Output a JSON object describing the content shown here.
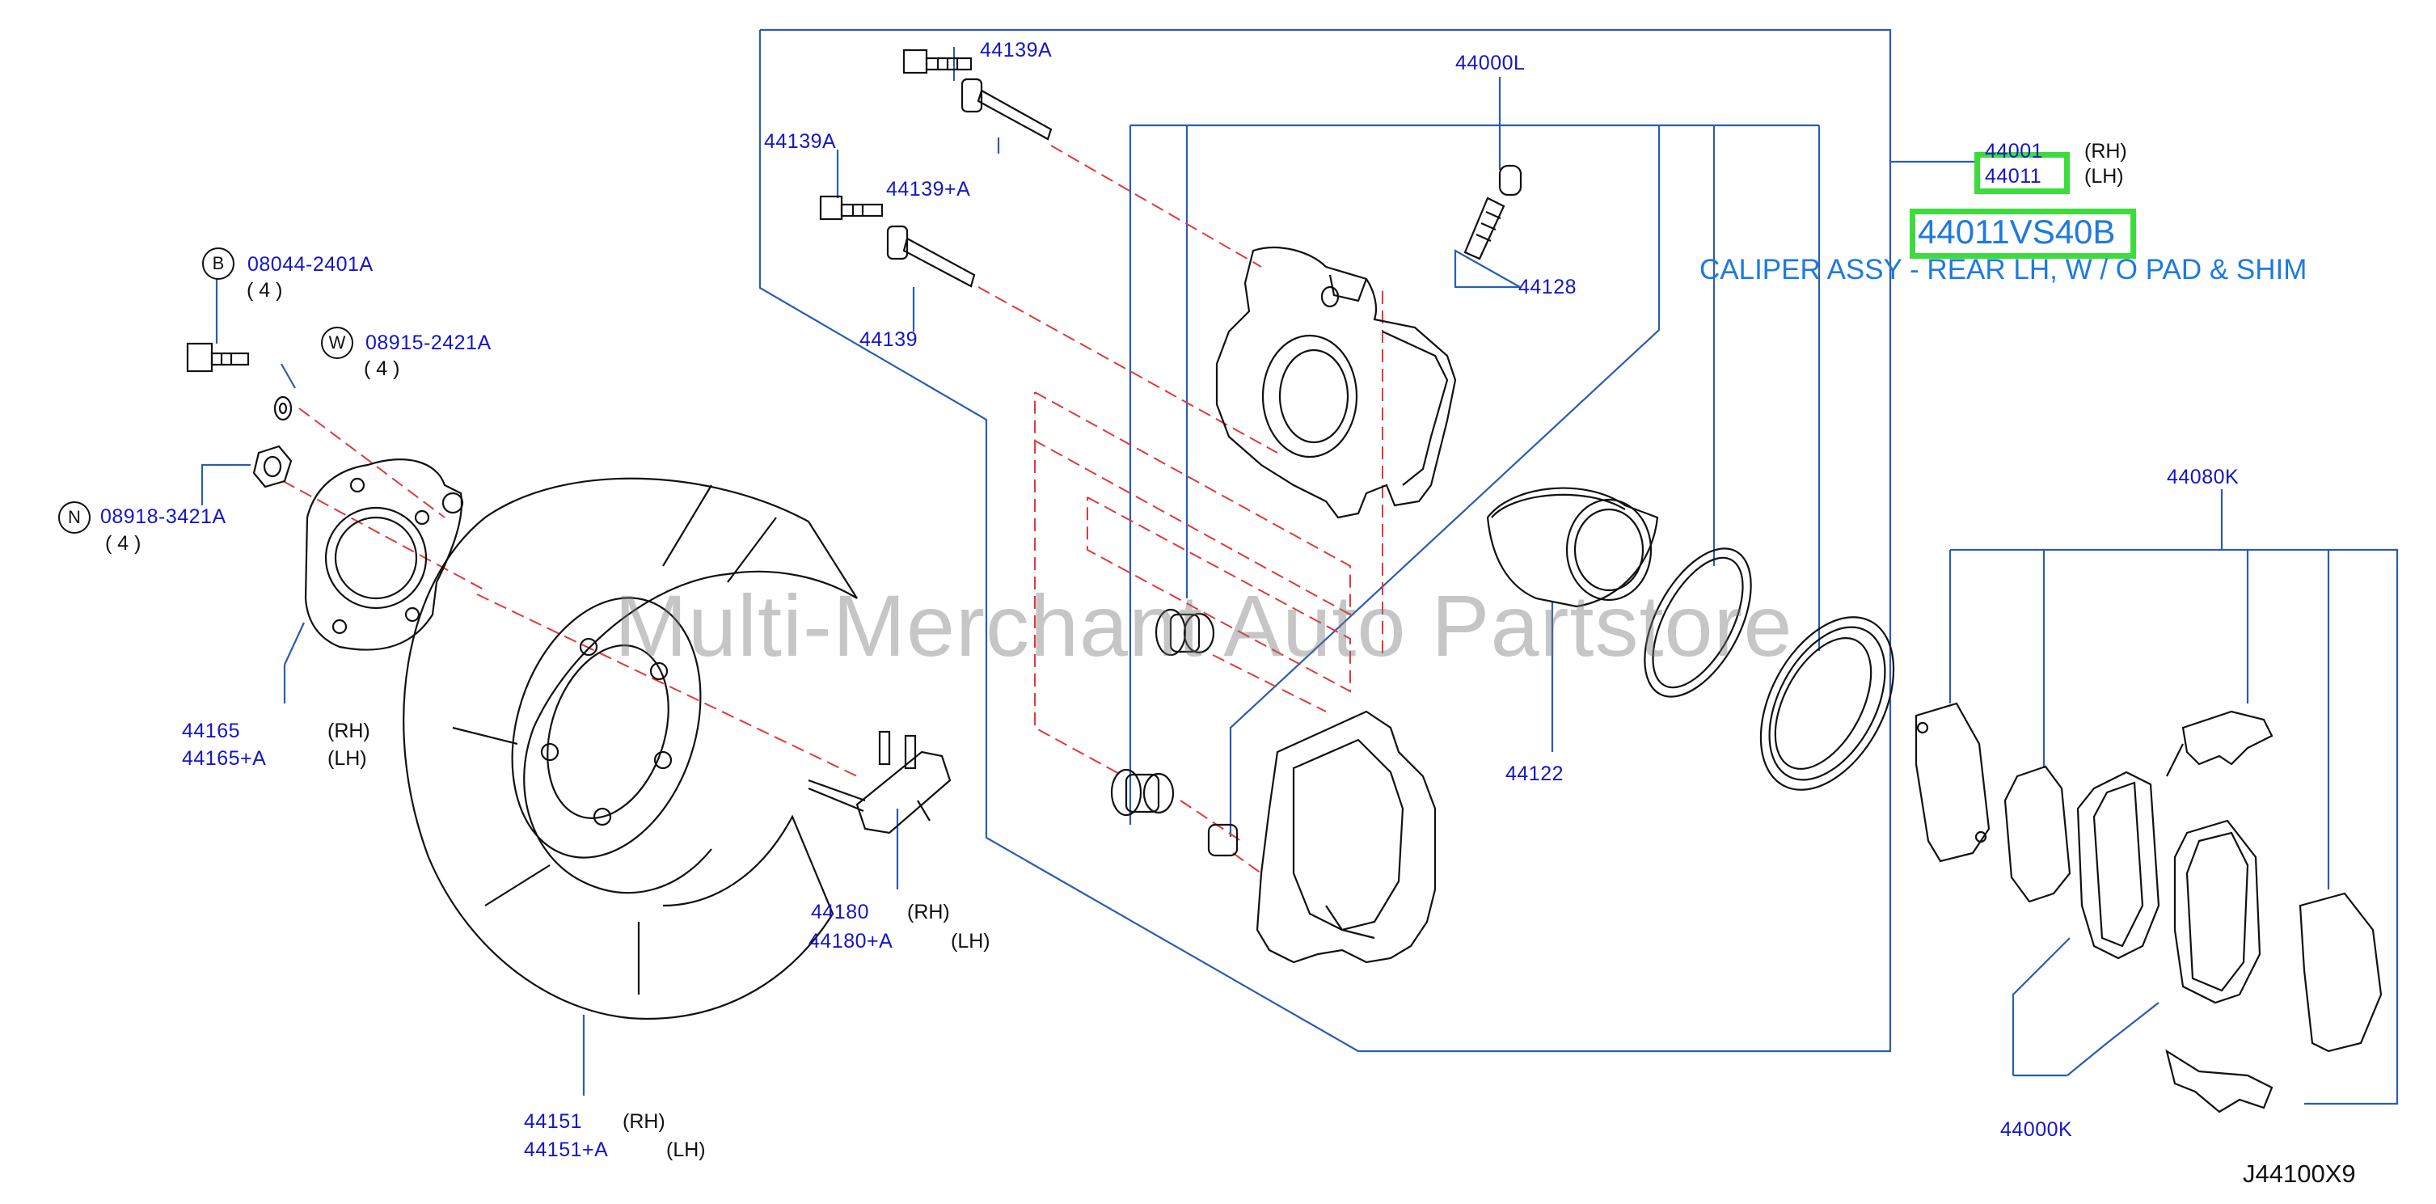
{
  "diagram": {
    "drawing_code": "J44100X9",
    "watermark": "Multi-Merchant Auto Partstore",
    "highlight": {
      "part_number": "44011VS40B",
      "description": "CALIPER ASSY - REAR LH, W / O PAD & SHIM",
      "boxed_callout": "44011"
    },
    "callouts": {
      "c44139A_top": "44139A",
      "c44139A_left": "44139A",
      "c44139plusA": "44139+A",
      "c44139": "44139",
      "c44000L": "44000L",
      "c44001": "44001",
      "c44001_side": "(RH)",
      "c44011": "44011",
      "c44011_side": "(LH)",
      "c44128": "44128",
      "c44122": "44122",
      "c44080K": "44080K",
      "c44000K": "44000K",
      "b_letter": "B",
      "c08044": "08044-2401A",
      "c08044_qty": "( 4 )",
      "w_letter": "W",
      "c08915": "08915-2421A",
      "c08915_qty": "( 4 )",
      "n_letter": "N",
      "c08918": "08918-3421A",
      "c08918_qty": "( 4     )",
      "c44165": "44165",
      "c44165_side": "(RH)",
      "c44165A": "44165+A",
      "c44165A_side": "(LH)",
      "c44180": "44180",
      "c44180_side": "(RH)",
      "c44180A": "44180+A",
      "c44180A_side": "(LH)",
      "c44151": "44151",
      "c44151_side": "(RH)",
      "c44151A": "44151+A",
      "c44151A_side": "(LH)"
    },
    "colors": {
      "leader": "#2a5db0",
      "part_number_text": "#1515c8",
      "highlight_box": "#3ddc3d",
      "highlight_text": "#1e7ae0",
      "assembly_dash": "#e0393a",
      "line_art": "#111111"
    }
  }
}
